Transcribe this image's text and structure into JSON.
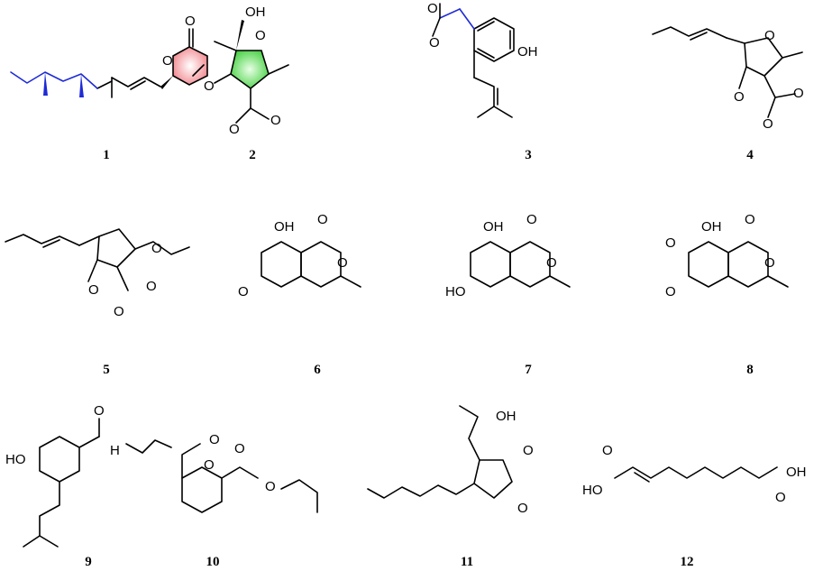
{
  "figure": {
    "compounds": [
      {
        "id": "1"
      },
      {
        "id": "2"
      },
      {
        "id": "3"
      },
      {
        "id": "4"
      },
      {
        "id": "5"
      },
      {
        "id": "6"
      },
      {
        "id": "7"
      },
      {
        "id": "8"
      },
      {
        "id": "9"
      },
      {
        "id": "10"
      },
      {
        "id": "11"
      },
      {
        "id": "12"
      }
    ],
    "atom_labels": {
      "O": "O",
      "OH": "OH",
      "HO": "HO",
      "H": "H"
    },
    "highlight_colors": {
      "ring_red": "#f07f86",
      "ring_green": "#3fce3a",
      "chain_blue": "#1f2bd6"
    }
  }
}
